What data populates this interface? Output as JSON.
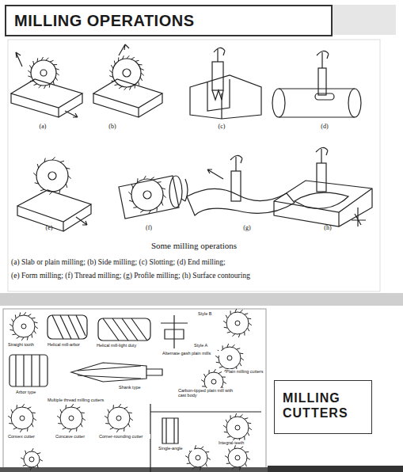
{
  "diagram": {
    "caption": "Some milling operations",
    "nodes": [
      {
        "text": [
          "MILLING OPERATIONS"
        ]
      },
      {
        "text": [
          "MILLING CUTTERS"
        ]
      }
    ],
    "labels": [
      "(a)",
      "(b)",
      "(c)",
      "(d)",
      "(e)",
      "(f)",
      "(g)",
      "(h)",
      "(a) Slab or plain milling; (b) Side milling; (c) Slotting; (d) End milling;",
      "(e) Form milling; (f) Thread milling; (g) Profile milling; (h) Surface contouring",
      "Straight tooth",
      "Helical mill-arbor",
      "Helical mill-light duty",
      "Style B",
      "Style A",
      "Alternate gash plain mills",
      "Plain milling cutters",
      "Carbon-tipped plain mill with cast body",
      "Arbor type",
      "Shank type",
      "Multiple thread milling cutters",
      "Convex cutter",
      "Concave cutter",
      "Corner-rounding cutter",
      "Single-angle",
      "Integral-teeth"
    ]
  }
}
